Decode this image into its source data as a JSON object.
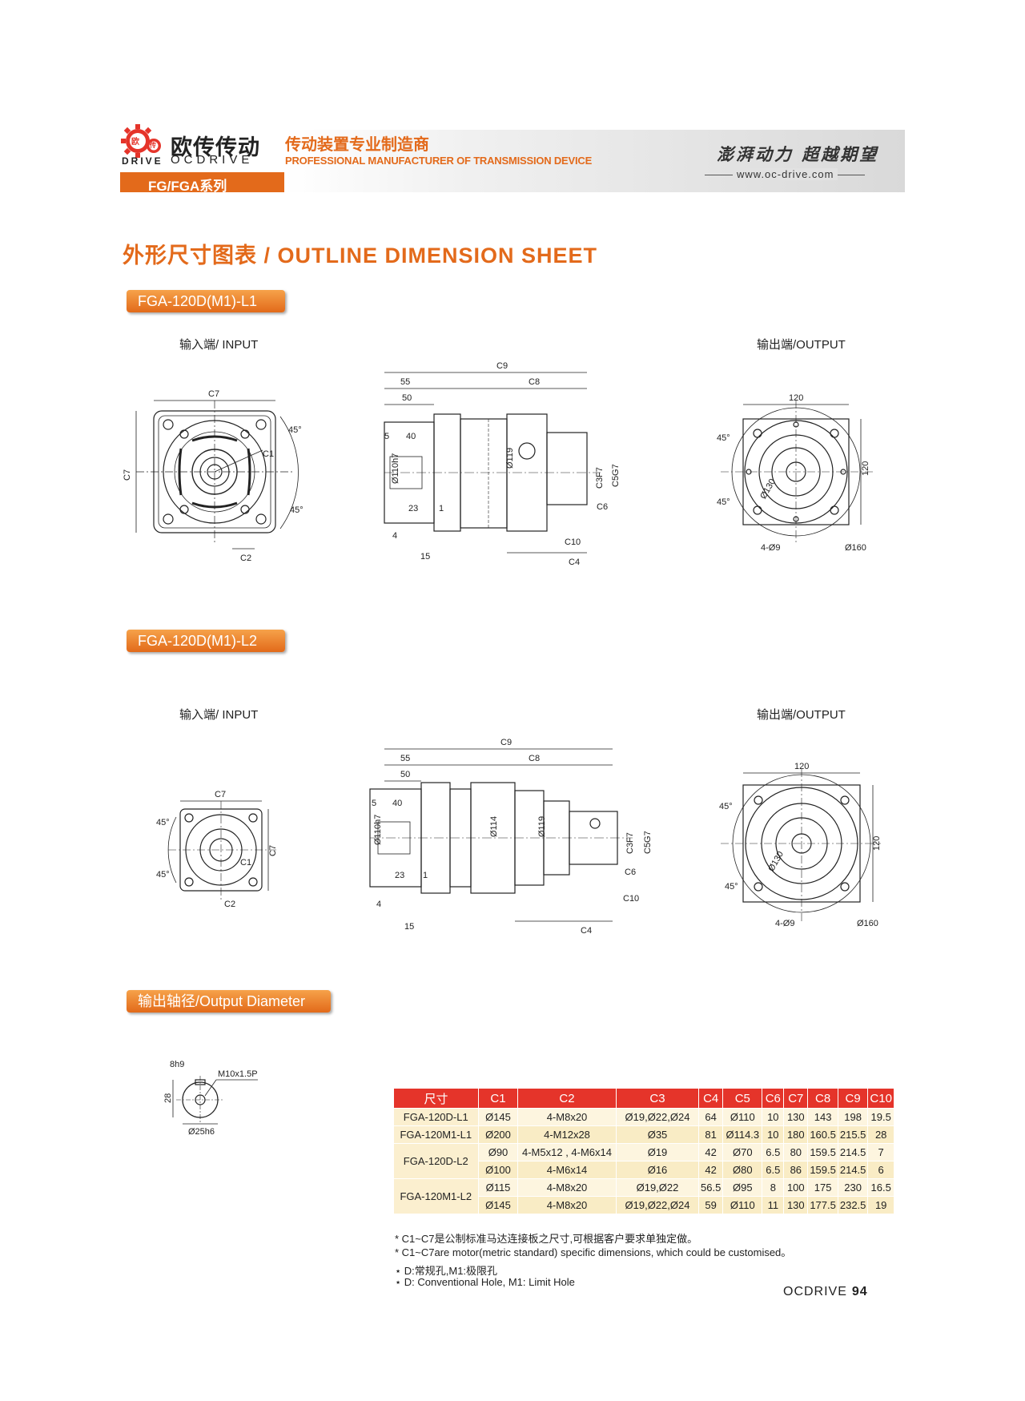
{
  "header": {
    "brand_cn": "欧传传动",
    "brand_en_left": "DRIVE",
    "brand_en_right": "OCDRIVE",
    "logo_chars": [
      "欧",
      "传"
    ],
    "tagline_cn": "传动装置专业制造商",
    "tagline_en": "PROFESSIONAL MANUFACTURER OF TRANSMISSION DEVICE",
    "slogan": "澎湃动力 超越期望",
    "website": "www.oc-drive.com",
    "series": "FG/FGA系列"
  },
  "page_title": "外形尺寸图表 / OUTLINE DIMENSION SHEET",
  "sections": {
    "l1": {
      "label": "FGA-120D(M1)-L1",
      "input": "输入端/ INPUT",
      "output": "输出端/OUTPUT"
    },
    "l2": {
      "label": "FGA-120D(M1)-L2",
      "input": "输入端/ INPUT",
      "output": "输出端/OUTPUT"
    },
    "shaft": {
      "label": "输出轴径/Output Diameter"
    }
  },
  "dims": {
    "c7": "C7",
    "c2": "C2",
    "c1": "C1",
    "c9": "C9",
    "c8": "C8",
    "c3": "C3F7",
    "c5": "C5G7",
    "c6": "C6",
    "c10": "C10",
    "c4": "C4",
    "d55": "55",
    "d50": "50",
    "d5": "5",
    "d40": "40",
    "d23": "23",
    "d1": "1",
    "d4": "4",
    "d15": "15",
    "d110": "Ø110h7",
    "d119": "Ø119",
    "d114": "Ø114",
    "deg45": "45°",
    "d120": "120",
    "d130": "Ø130",
    "holes": "4-Ø9",
    "d160": "Ø160",
    "key": "8h9",
    "h28": "28",
    "thread": "M10x1.5P",
    "d25": "Ø25h6"
  },
  "table": {
    "headers": [
      "尺寸",
      "C1",
      "C2",
      "C3",
      "C4",
      "C5",
      "C6",
      "C7",
      "C8",
      "C9",
      "C10"
    ],
    "models": [
      "FGA-120D-L1",
      "FGA-120M1-L1",
      "FGA-120D-L2",
      "FGA-120M1-L2"
    ],
    "rows": [
      [
        "Ø145",
        "4-M8x20",
        "Ø19,Ø22,Ø24",
        "64",
        "Ø110",
        "10",
        "130",
        "143",
        "198",
        "19.5"
      ],
      [
        "Ø200",
        "4-M12x28",
        "Ø35",
        "81",
        "Ø114.3",
        "10",
        "180",
        "160.5",
        "215.5",
        "28"
      ],
      [
        "Ø90",
        "4-M5x12 , 4-M6x14",
        "Ø19",
        "42",
        "Ø70",
        "6.5",
        "80",
        "159.5",
        "214.5",
        "7"
      ],
      [
        "Ø100",
        "4-M6x14",
        "Ø16",
        "42",
        "Ø80",
        "6.5",
        "86",
        "159.5",
        "214.5",
        "6"
      ],
      [
        "Ø115",
        "4-M8x20",
        "Ø19,Ø22",
        "56.5",
        "Ø95",
        "8",
        "100",
        "175",
        "230",
        "16.5"
      ],
      [
        "Ø145",
        "4-M8x20",
        "Ø19,Ø22,Ø24",
        "59",
        "Ø110",
        "11",
        "130",
        "177.5",
        "232.5",
        "19"
      ]
    ]
  },
  "notes": [
    "* C1~C7是公制标准马达连接板之尺寸,可根据客户要求单独定做。",
    "* C1~C7are motor(metric standard)  specific dimensions, which could be customised。",
    "⋆ D:常规孔,M1:极限孔",
    "⋆ D: Conventional Hole, M1: Limit Hole"
  ],
  "footer": {
    "brand": "OCDRIVE",
    "page": "94"
  }
}
